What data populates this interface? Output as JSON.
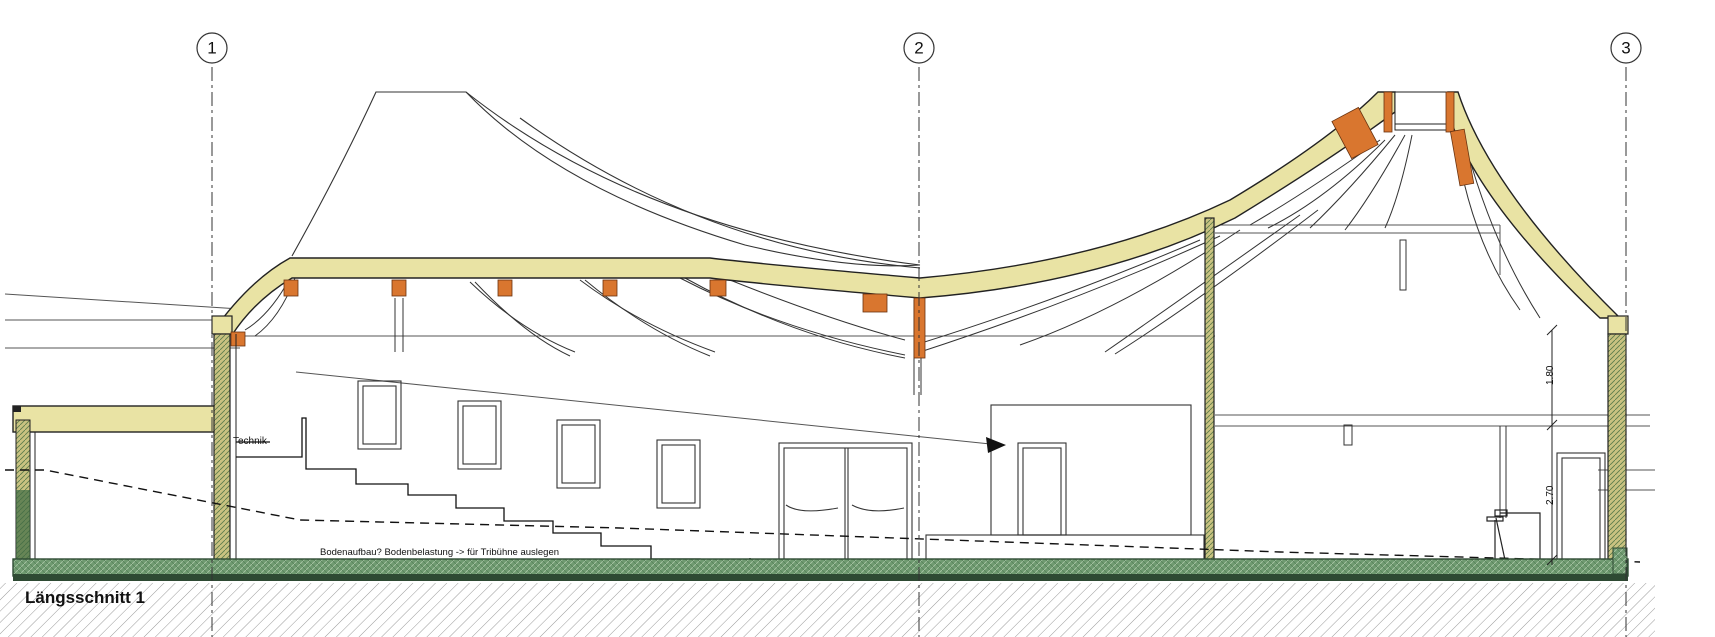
{
  "grid_axes": [
    {
      "label": "1"
    },
    {
      "label": "2"
    },
    {
      "label": "3"
    }
  ],
  "labels": {
    "technik": "Technik",
    "floor_note": "Bodenaufbau? Bodenbelastung -> für Tribühne auslegen",
    "section_title": "Längsschnitt 1"
  },
  "dimensions": {
    "upper": "1.80",
    "lower": "2.70"
  },
  "colors": {
    "roof_fill": "#e9e3a4",
    "beam": "#d9762f",
    "floor_fill": "#5f8a62",
    "floor_edge": "#2e4a33",
    "wall_fill": "#c9c281",
    "ground_hatch": "#8c8c8c"
  }
}
